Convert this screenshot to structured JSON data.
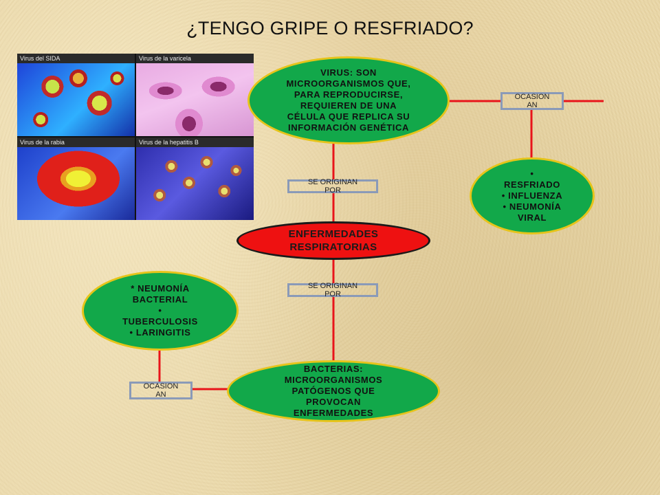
{
  "title": "¿TENGO GRIPE O RESFRIADO?",
  "image_panels": [
    {
      "caption": "Virus del SIDA"
    },
    {
      "caption": "Virus de la varicela"
    },
    {
      "caption": "Virus de la rabia"
    },
    {
      "caption": "Virus de la hepatitis B"
    }
  ],
  "nodes": {
    "virus": [
      "VIRUS: SON",
      "MICROORGANISMOS QUE,",
      "PARA REPRODUCIRSE,",
      "REQUIEREN DE UNA",
      "CÉLULA QUE REPLICA SU",
      "INFORMACIÓN GENÉTICA"
    ],
    "virus_diseases": [
      "•",
      "RESFRIADO",
      "•  INFLUENZA",
      "•  NEUMONÍA",
      "VIRAL"
    ],
    "center": [
      "ENFERMEDADES",
      "RESPIRATORIAS"
    ],
    "bacteria": [
      "BACTERIAS:",
      "MICROORGANISMOS",
      "PATÓGENOS QUE",
      "PROVOCAN",
      "ENFERMEDADES"
    ],
    "bacteria_diseases": [
      "*  NEUMONÍA",
      "BACTERIAL",
      "•",
      "TUBERCULOSIS",
      "•  LARINGITIS"
    ]
  },
  "connectors": {
    "top_right": [
      "OCASION",
      "AN"
    ],
    "top_middle": [
      "SE ORIGINAN",
      "POR"
    ],
    "bottom_middle": [
      "SE ORIGINAN",
      "POR"
    ],
    "bottom_left": [
      "OCASION",
      "AN"
    ]
  },
  "colors": {
    "node_green": "#12a84a",
    "node_border": "#e6c41a",
    "center_red": "#ee1111",
    "line_red": "#e8141a",
    "label_border": "#8a9ab8"
  }
}
